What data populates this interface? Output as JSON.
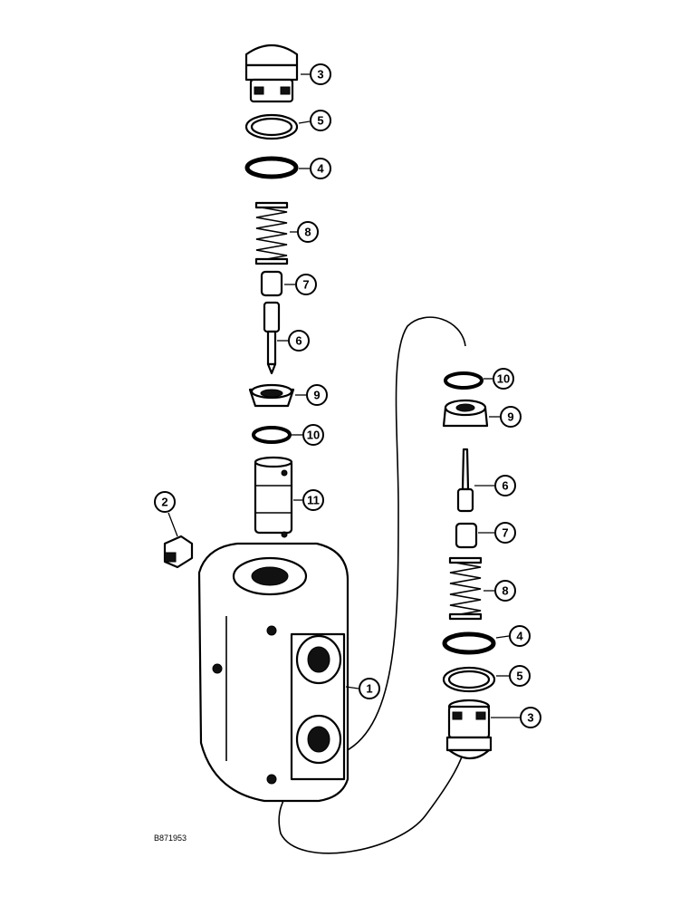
{
  "figure_code": "B871953",
  "callouts": {
    "c3a": "3",
    "c5a": "5",
    "c4a": "4",
    "c8a": "8",
    "c7a": "7",
    "c6a": "6",
    "c9a": "9",
    "c10a": "10",
    "c11": "11",
    "c2": "2",
    "c1": "1",
    "c10b": "10",
    "c9b": "9",
    "c6b": "6",
    "c7b": "7",
    "c8b": "8",
    "c4b": "4",
    "c5b": "5",
    "c3b": "3"
  }
}
